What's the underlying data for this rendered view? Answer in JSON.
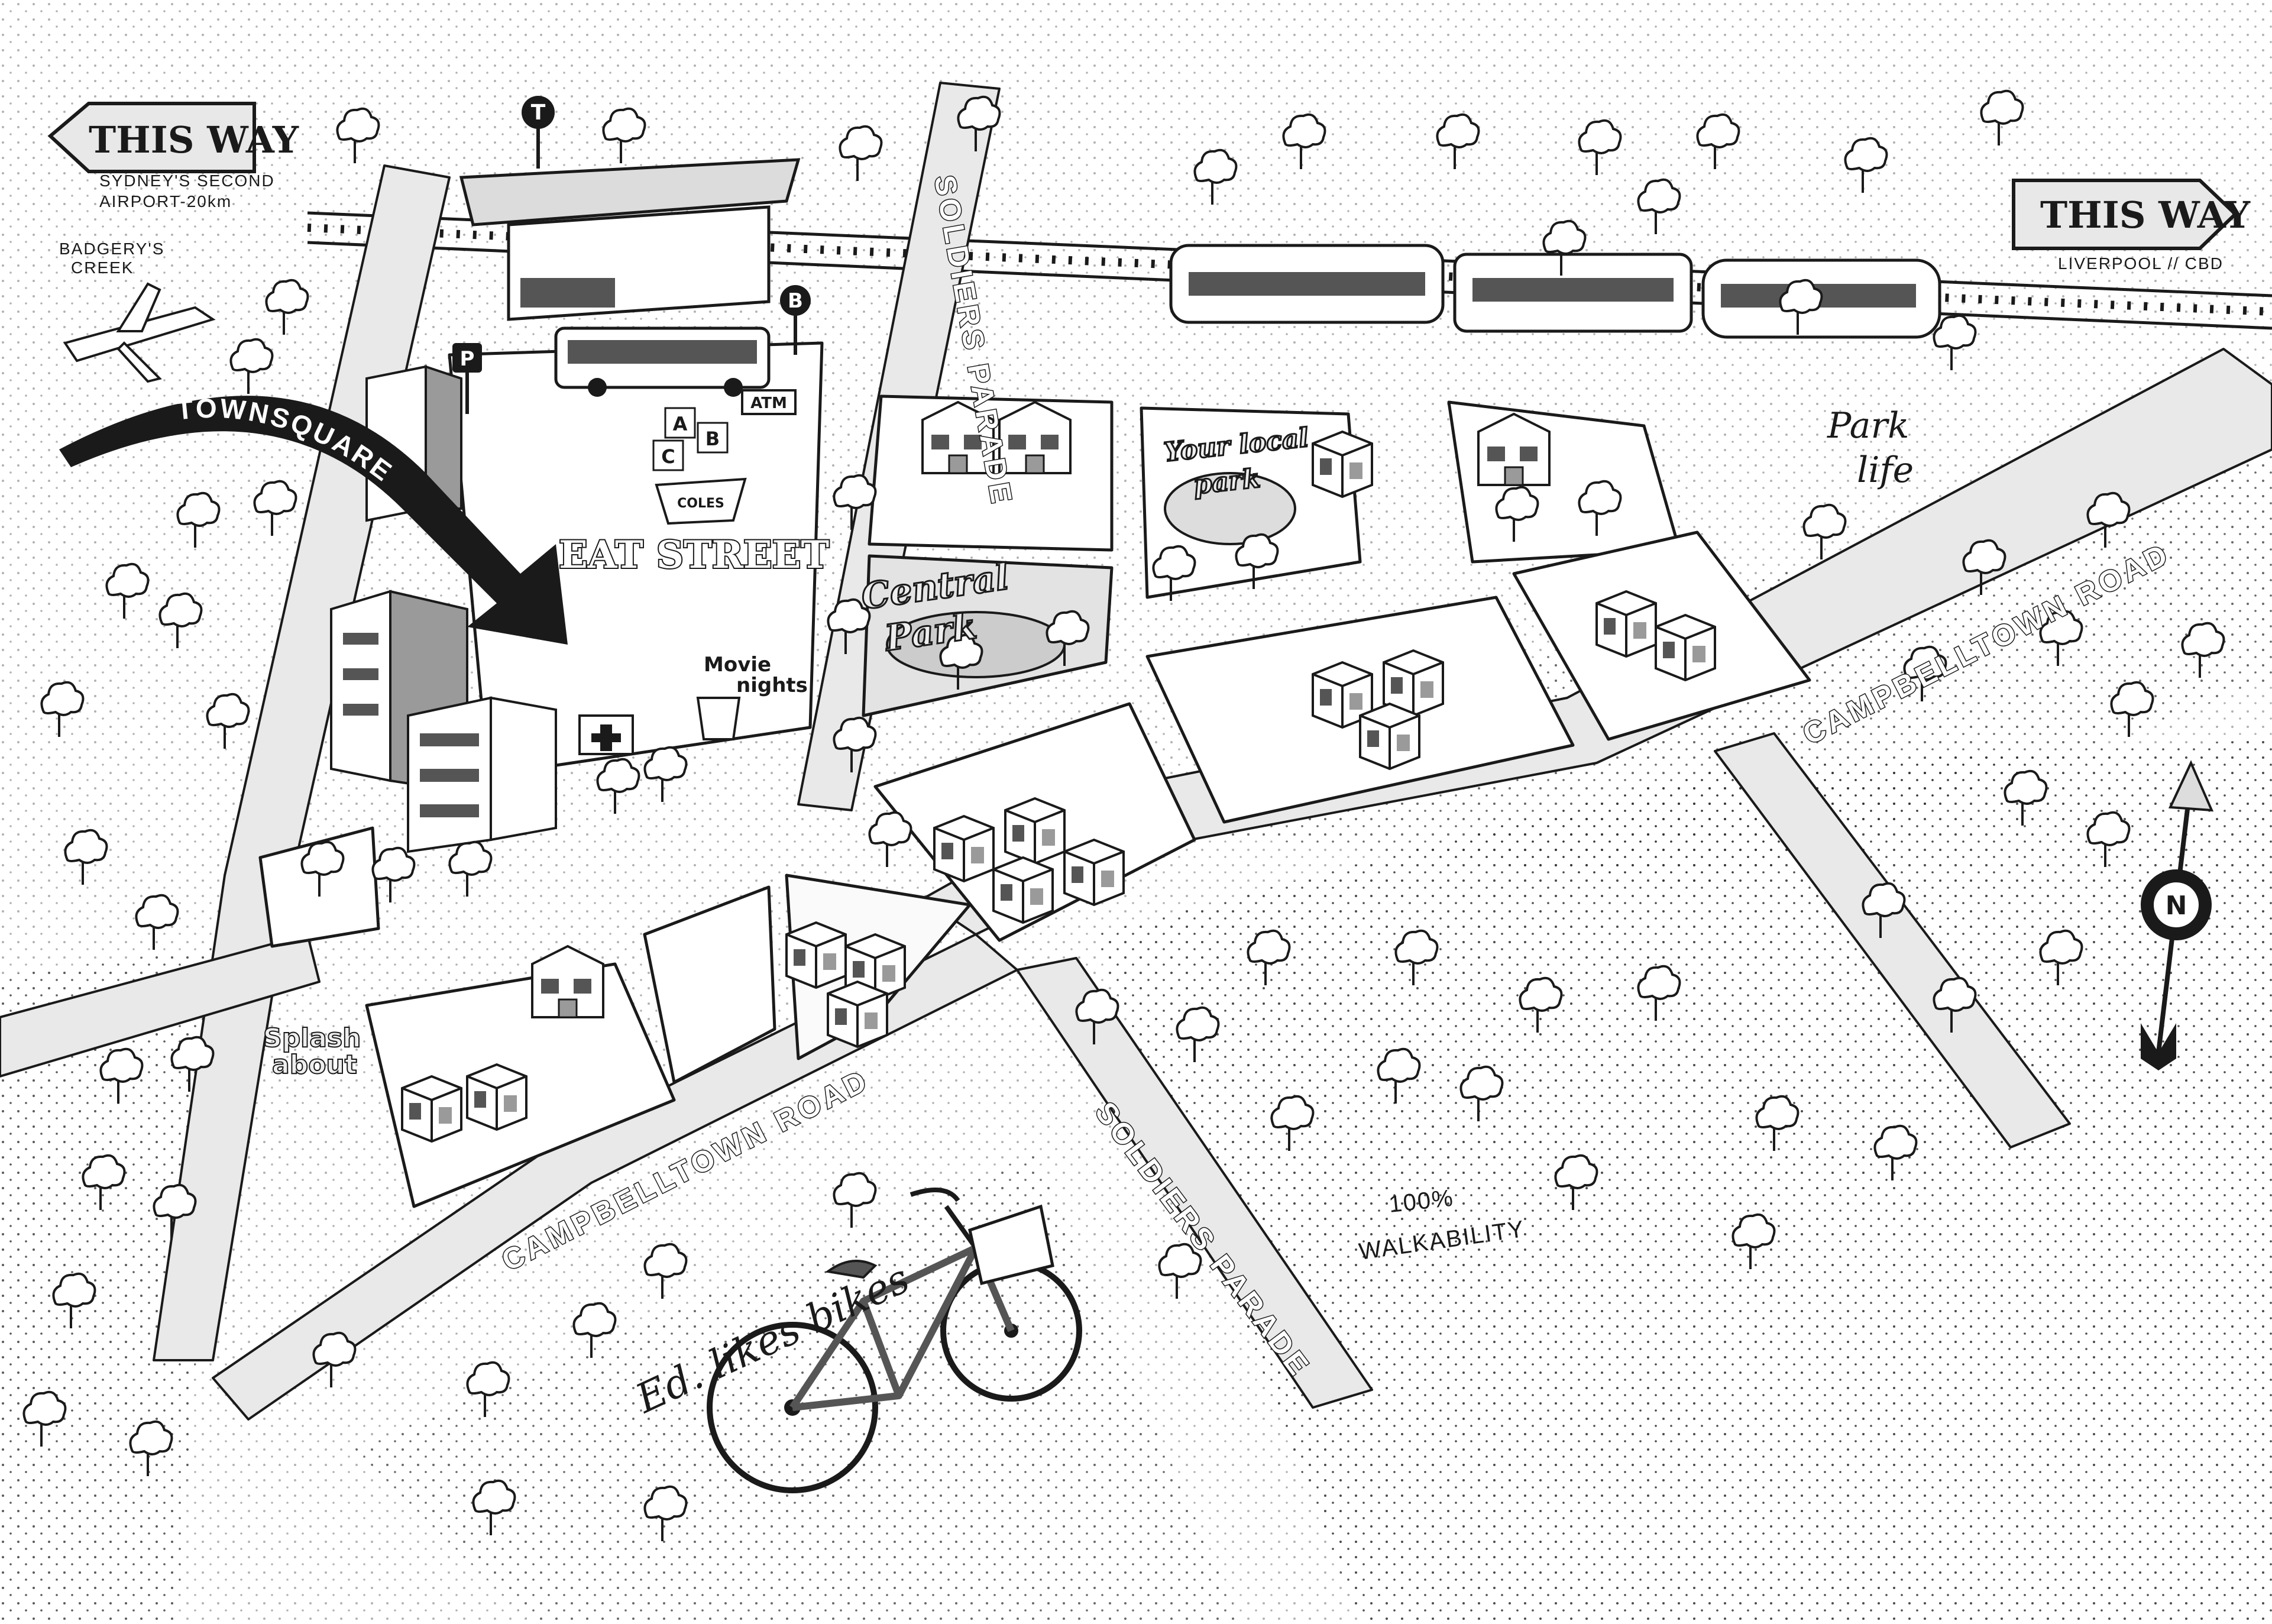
{
  "signs": {
    "west": {
      "text": "THIS WAY",
      "sub1": "SYDNEY'S SECOND",
      "sub2": "AIRPORT-20km",
      "note1": "BADGERY'S",
      "note2": "CREEK"
    },
    "east": {
      "text": "THIS WAY",
      "sub": "LIVERPOOL // CBD"
    }
  },
  "icons": {
    "station": "T",
    "bus": "B",
    "parking": "P",
    "compass": "N"
  },
  "labels": {
    "townsquare": "TOWNSQUARE",
    "eat_street": "EAT STREET",
    "atm": "ATM",
    "coles": "COLES",
    "blocks": [
      "A",
      "B",
      "C"
    ],
    "movie_nights_1": "Movie",
    "movie_nights_2": "nights",
    "central_park_1": "Central",
    "central_park_2": "Park",
    "local_park_1": "Your local",
    "local_park_2": "park",
    "park_life_1": "Park",
    "park_life_2": "life",
    "splash_1": "Splash",
    "splash_2": "about",
    "walk_1": "100%",
    "walk_2": "WALKABILITY",
    "bikes": "Ed. likes bikes"
  },
  "roads": {
    "soldiers_parade_north": "SOLDIERS PARADE",
    "soldiers_parade_south": "SOLDIERS PARADE",
    "campbelltown_east": "CAMPBELLTOWN ROAD",
    "campbelltown_west": "CAMPBELLTOWN ROAD"
  },
  "colors": {
    "ink": "#1a1a1a",
    "road": "#e9e9e9",
    "paper": "#ffffff",
    "shade": "#9a9a9a"
  }
}
